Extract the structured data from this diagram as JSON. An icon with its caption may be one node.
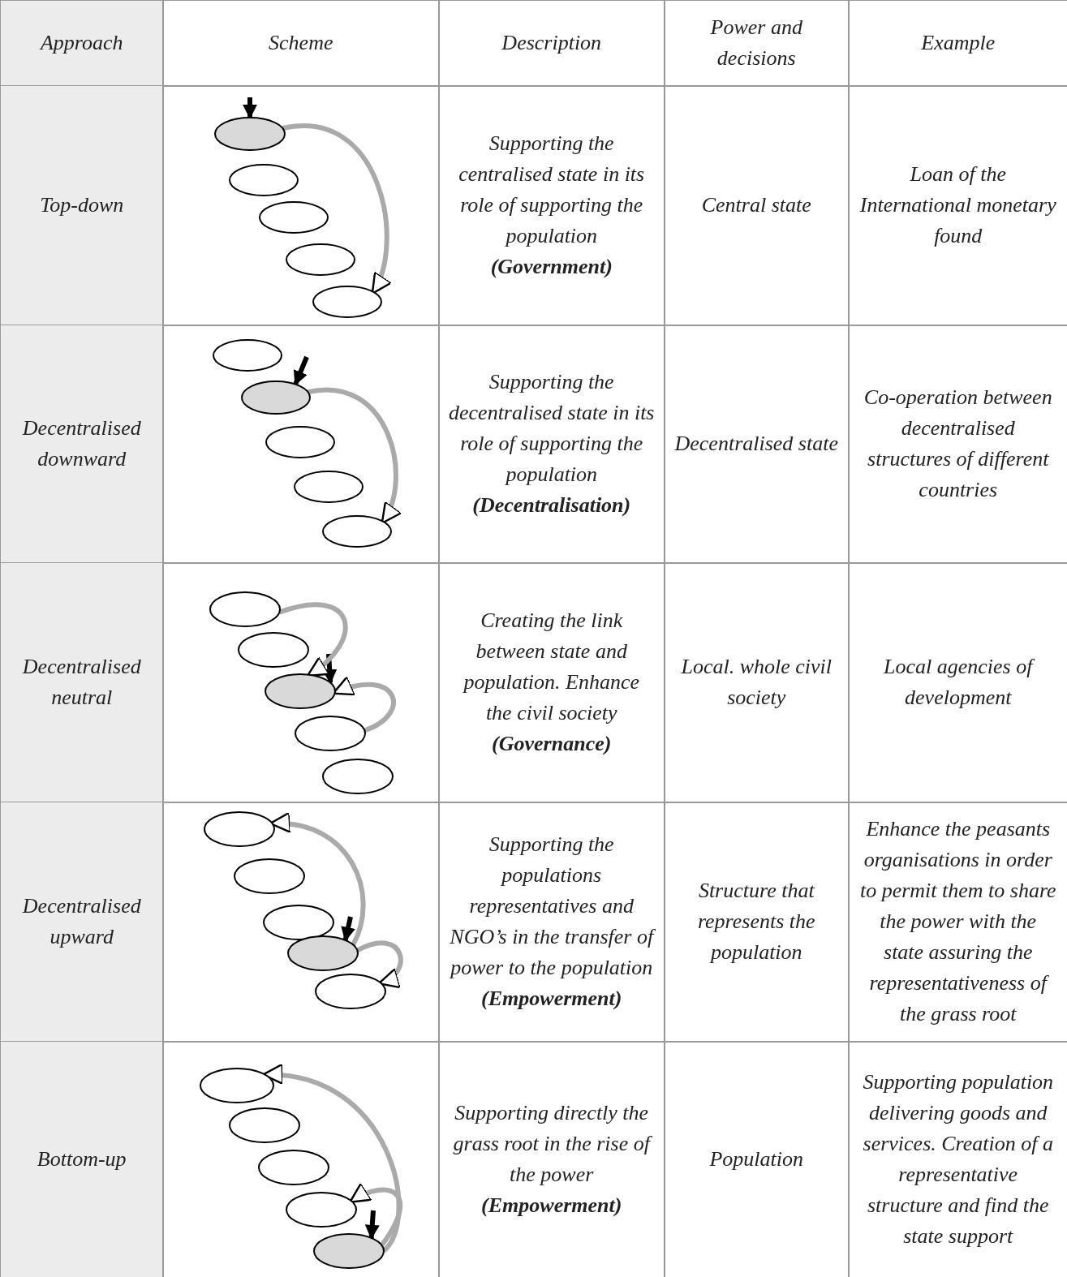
{
  "diagram": {
    "nodes": [
      {
        "text": [],
        "shape": "ellipse"
      },
      {
        "text": [],
        "shape": "ellipse"
      },
      {
        "text": [],
        "shape": "ellipse"
      },
      {
        "text": [],
        "shape": "ellipse"
      },
      {
        "text": [],
        "shape": "ellipse"
      },
      {
        "text": [],
        "shape": "ellipse"
      },
      {
        "text": [],
        "shape": "ellipse"
      },
      {
        "text": [],
        "shape": "ellipse"
      },
      {
        "text": [],
        "shape": "ellipse"
      },
      {
        "text": [],
        "shape": "ellipse"
      },
      {
        "text": [],
        "shape": "ellipse"
      },
      {
        "text": [],
        "shape": "ellipse"
      },
      {
        "text": [],
        "shape": "ellipse"
      },
      {
        "text": [],
        "shape": "ellipse"
      },
      {
        "text": [],
        "shape": "ellipse"
      },
      {
        "text": [],
        "shape": "ellipse"
      },
      {
        "text": [],
        "shape": "ellipse"
      },
      {
        "text": [],
        "shape": "ellipse"
      },
      {
        "text": [],
        "shape": "ellipse"
      },
      {
        "text": [],
        "shape": "ellipse"
      },
      {
        "text": [],
        "shape": "ellipse"
      },
      {
        "text": [],
        "shape": "ellipse"
      },
      {
        "text": [],
        "shape": "ellipse"
      },
      {
        "text": [],
        "shape": "ellipse"
      },
      {
        "text": [],
        "shape": "ellipse"
      }
    ],
    "edges": [
      {
        "from": null,
        "to": 0,
        "arrow": "to",
        "color": "#000000"
      },
      {
        "from": 0,
        "to": 4,
        "arrow": "to"
      },
      {
        "from": null,
        "to": 6,
        "arrow": "to",
        "color": "#000000"
      },
      {
        "from": 6,
        "to": 9,
        "arrow": "to"
      },
      {
        "from": null,
        "to": 12,
        "arrow": "to",
        "color": "#000000"
      },
      {
        "from": 10,
        "to": 12,
        "arrow": "to"
      },
      {
        "from": 13,
        "to": 12,
        "arrow": "to"
      },
      {
        "from": null,
        "to": 18,
        "arrow": "to",
        "color": "#000000"
      },
      {
        "from": 18,
        "to": 15,
        "arrow": "to"
      },
      {
        "from": 18,
        "to": 19,
        "arrow": "to"
      },
      {
        "from": null,
        "to": 24,
        "arrow": "to",
        "color": "#000000"
      },
      {
        "from": 24,
        "to": 20,
        "arrow": "to"
      },
      {
        "from": 24,
        "to": 23,
        "arrow": "to"
      }
    ],
    "labels": [
      "Approach",
      "Scheme",
      "Description",
      "Power and decisions",
      "Example",
      "Top-down",
      "Supporting the centralised state in its role of supporting the population **(Government)**",
      "Central state",
      "Loan of the International monetary found",
      "Decentralised downward",
      "Supporting the decentralised state in its role of supporting the population **(Decentralisation)**",
      "Decentralised state",
      "Co-operation between decentralised structures of different countries",
      "Decentralised neutral",
      "Creating the link between state and population. Enhance the civil society **(Governance)**",
      "Local. whole civil society",
      "Local agencies of development",
      "Decentralised upward",
      "Supporting the populations representatives and NGO’s in the transfer of power to the population **(Empowerment)**",
      "Structure that represents the population",
      "Enhance the peasants organisations in order to permit them to share the power with the state assuring the representativeness of the grass root",
      "Bottom-up",
      "Supporting directly the grass root in the rise of the power **(Empowerment)**",
      "Population",
      "Supporting population delivering goods and services. Creation of a representative structure and find the state support"
    ]
  }
}
